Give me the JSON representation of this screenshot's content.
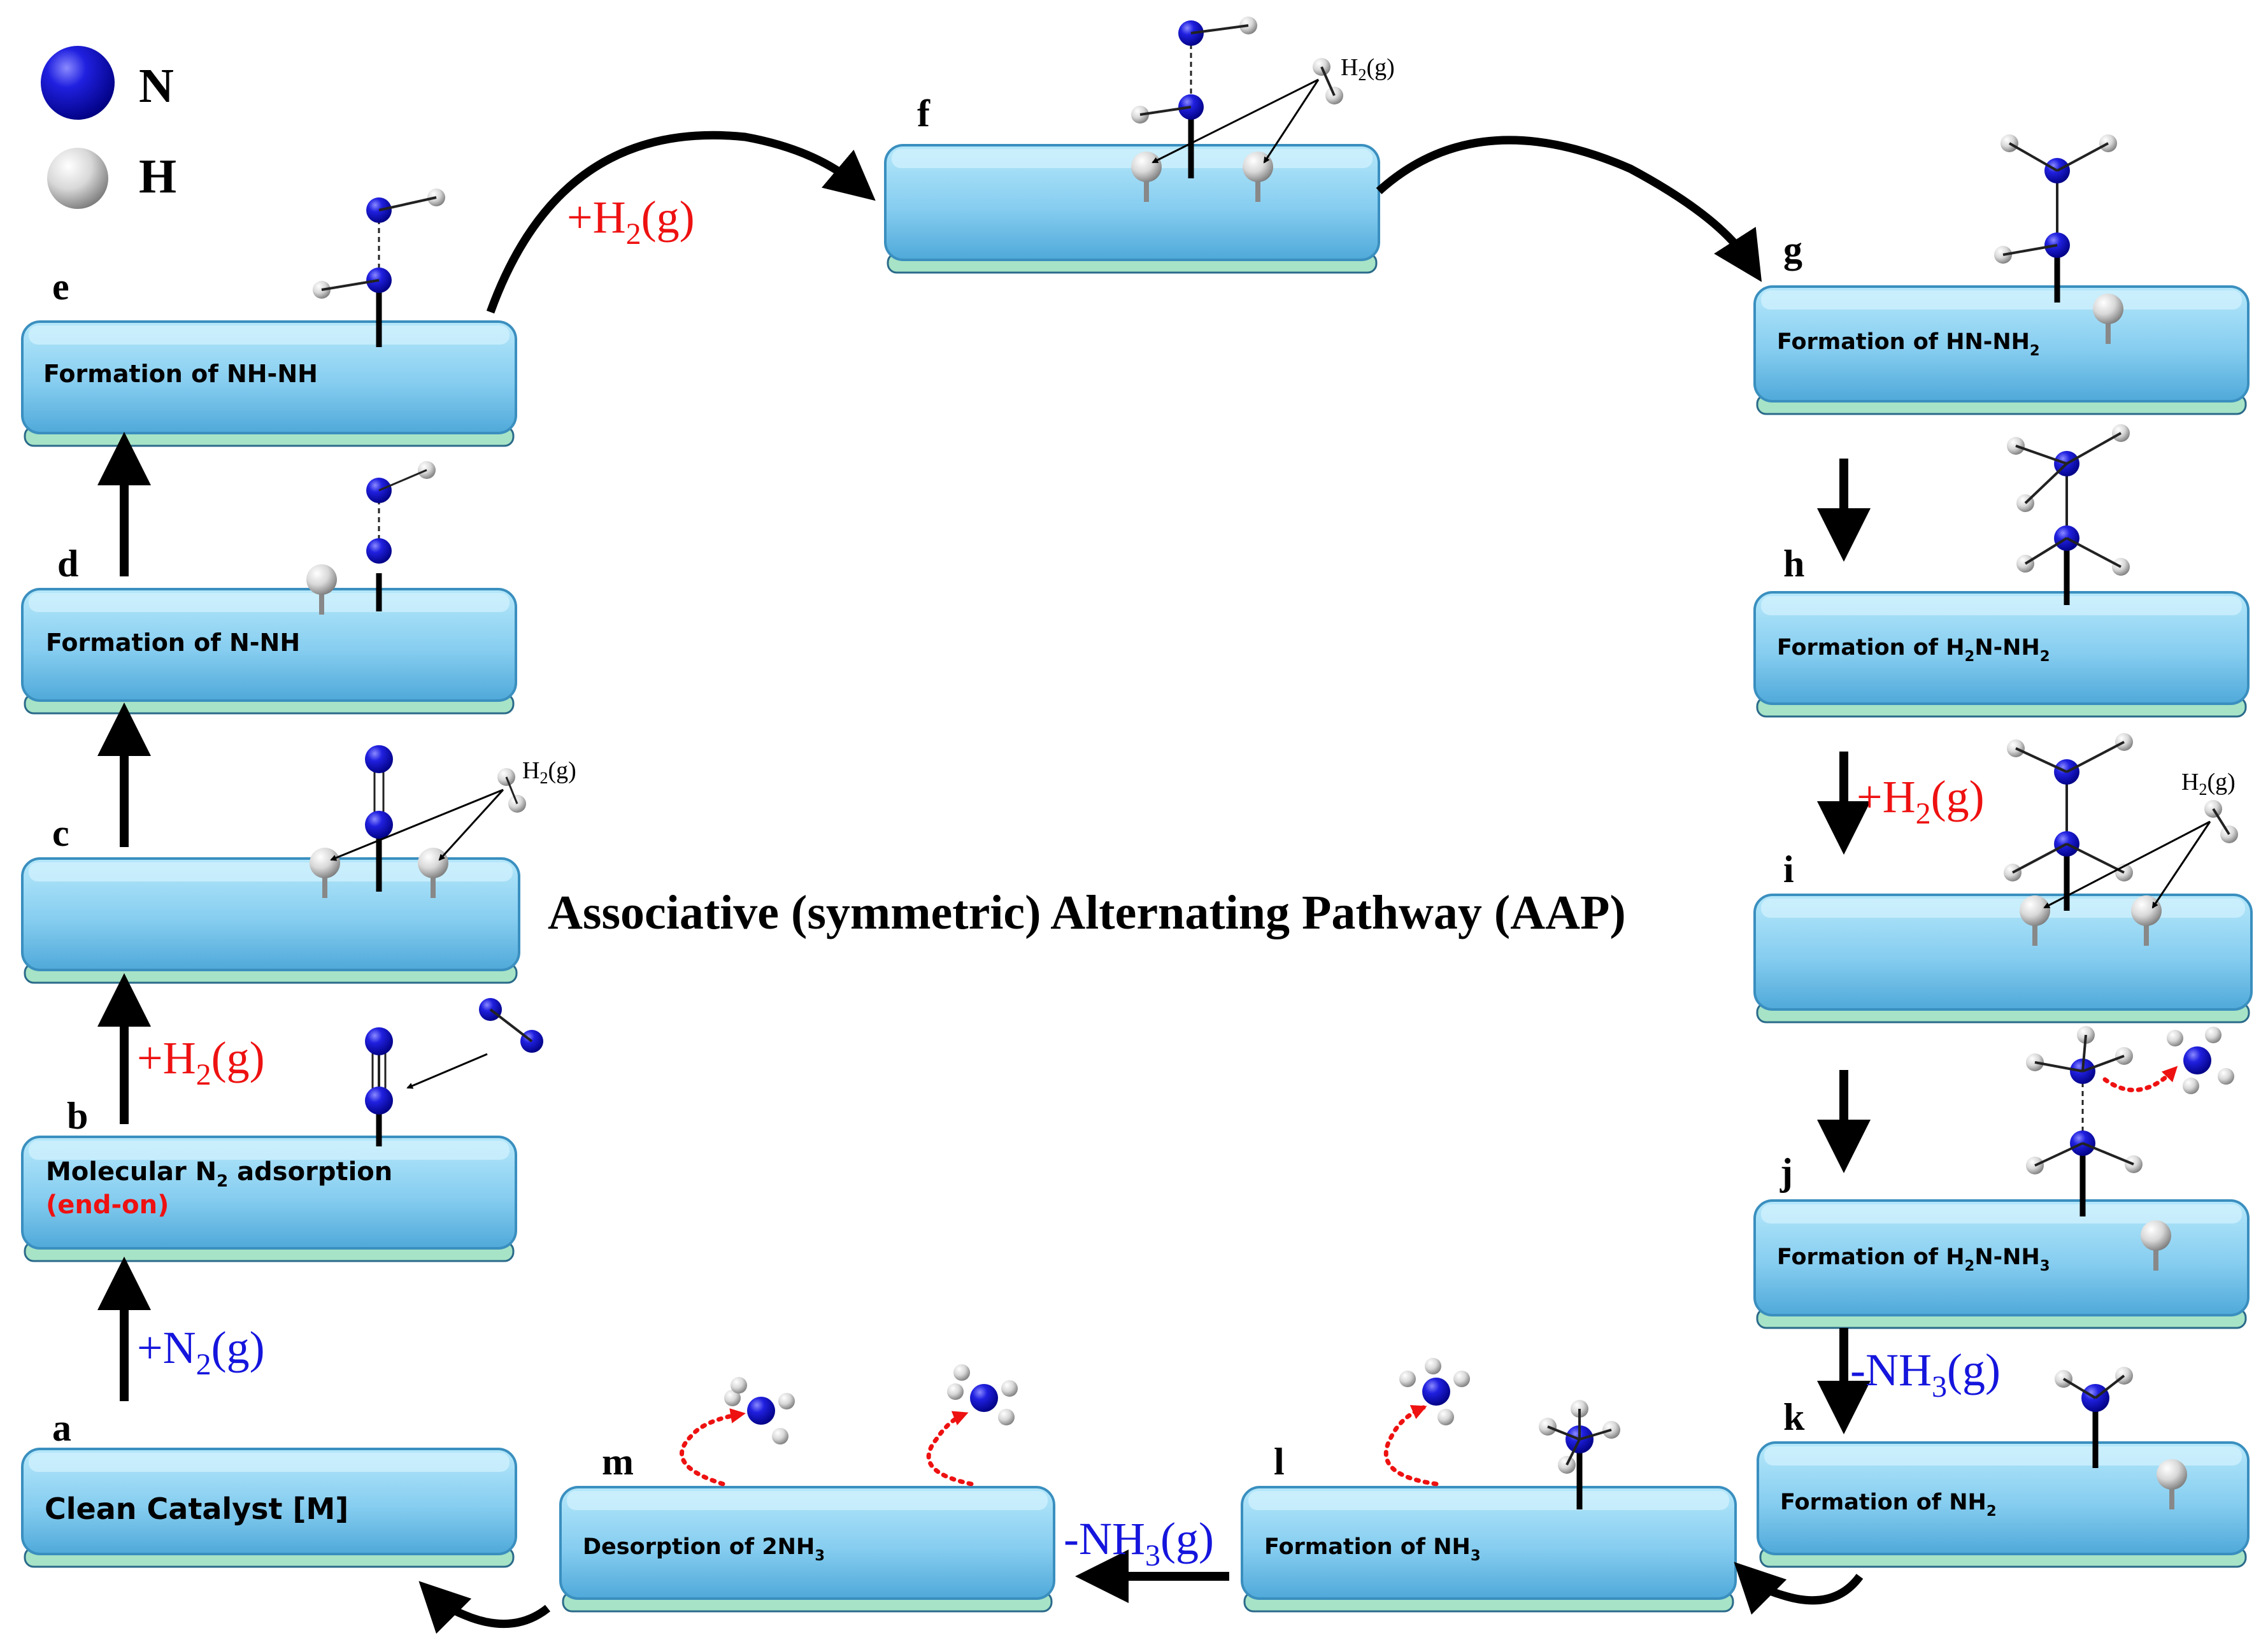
{
  "title": "Associative (symmetric) Alternating Pathway (AAP)",
  "legend": [
    {
      "symbol": "N",
      "color": "#1010cc"
    },
    {
      "symbol": "H",
      "color": "#d8d8d8"
    }
  ],
  "colors": {
    "panel_top": "#a9e0f7",
    "panel_bottom": "#5bb8e6",
    "panel_edge": "#3a8fbf",
    "panel_base": "#9fe0b8",
    "red": "#ee1111",
    "blue": "#1515dd",
    "nitrogen": "#1010cc",
    "hydrogen": "#d0d0d0"
  },
  "panels": [
    {
      "id": "a",
      "letter": "a",
      "text": "Clean Catalyst [M]",
      "sub": "",
      "note": ""
    },
    {
      "id": "b",
      "letter": "b",
      "text": "Molecular N",
      "sub": "2",
      "tail": " adsorption",
      "note": "(end-on)"
    },
    {
      "id": "c",
      "letter": "c",
      "text": "",
      "sub": "",
      "note": ""
    },
    {
      "id": "d",
      "letter": "d",
      "text": "Formation of N-NH",
      "sub": "",
      "note": ""
    },
    {
      "id": "e",
      "letter": "e",
      "text": "Formation of NH-NH",
      "sub": "",
      "note": ""
    },
    {
      "id": "f",
      "letter": "f",
      "text": "",
      "sub": "",
      "note": ""
    },
    {
      "id": "g",
      "letter": "g",
      "text": "Formation of HN-NH",
      "sub": "2",
      "tail": "",
      "note": ""
    },
    {
      "id": "h",
      "letter": "h",
      "text": "Formation of H",
      "sub": "2",
      "tail": "N-NH",
      "sub2": "2",
      "note": ""
    },
    {
      "id": "i",
      "letter": "i",
      "text": "",
      "sub": "",
      "note": ""
    },
    {
      "id": "j",
      "letter": "j",
      "text": "Formation of H",
      "sub": "2",
      "tail": "N-NH",
      "sub2": "3",
      "note": ""
    },
    {
      "id": "k",
      "letter": "k",
      "text": "Formation of NH",
      "sub": "2",
      "tail": "",
      "note": ""
    },
    {
      "id": "l",
      "letter": "l",
      "text": "Formation of NH",
      "sub": "3",
      "tail": "",
      "note": ""
    },
    {
      "id": "m",
      "letter": "m",
      "text": "Desorption of 2NH",
      "sub": "3",
      "tail": "",
      "note": ""
    }
  ],
  "steps": {
    "n2": {
      "prefix": "+N",
      "sub": "2",
      "suffix": "(g)"
    },
    "h2_b": {
      "prefix": "+H",
      "sub": "2",
      "suffix": "(g)"
    },
    "h2_ef": {
      "prefix": "+H",
      "sub": "2",
      "suffix": "(g)"
    },
    "h2_hi": {
      "prefix": "+H",
      "sub": "2",
      "suffix": "(g)"
    },
    "nh3_jk": {
      "prefix": "-NH",
      "sub": "3",
      "suffix": "(g)"
    },
    "nh3_lm": {
      "prefix": "-NH",
      "sub": "3",
      "suffix": "(g)"
    }
  },
  "h2_label": {
    "prefix": "H",
    "sub": "2",
    "suffix": "(g)"
  }
}
